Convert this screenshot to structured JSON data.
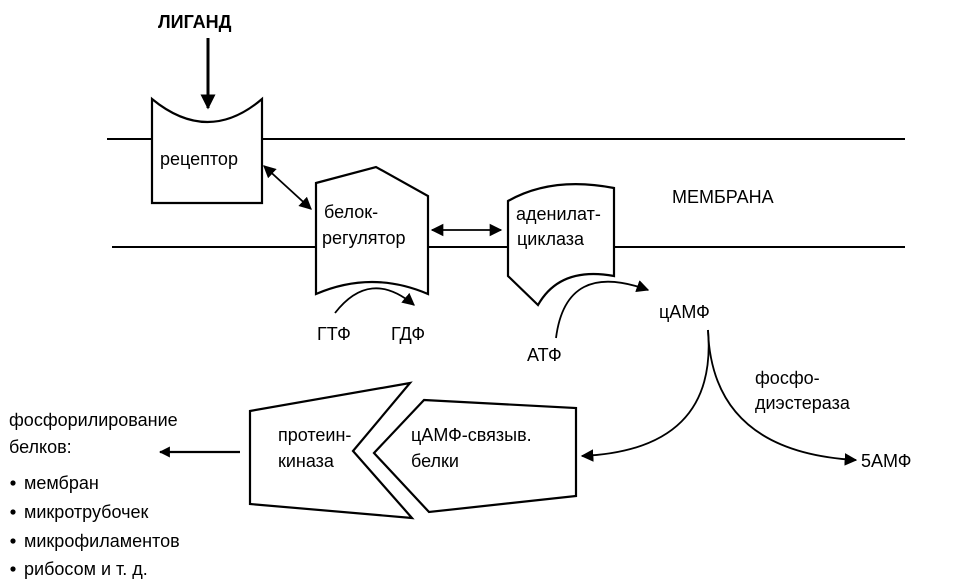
{
  "ligand": "ЛИГАНД",
  "membrane": "МЕМБРАНА",
  "receptor": "рецептор",
  "regulator": {
    "line1": "белок-",
    "line2": "регулятор"
  },
  "adenylate_cyclase": {
    "line1": "аденилат-",
    "line2": "циклаза"
  },
  "gtp": "ГТФ",
  "gdp": "ГДФ",
  "atp": "АТФ",
  "camp": "цАМФ",
  "phosphodiesterase": {
    "line1": "фосфо-",
    "line2": "диэстераза"
  },
  "amp5": "5АМФ",
  "protein_kinase": {
    "line1": "протеин-",
    "line2": "киназа"
  },
  "camp_binding": {
    "line1": "цАМФ-связыв.",
    "line2": "белки"
  },
  "phosphorylation": {
    "title1": "фосфорилирование",
    "title2": "белков:",
    "items": [
      "мембран",
      "микротрубочек",
      "микрофиламентов",
      "рибосом и т. д."
    ]
  }
}
